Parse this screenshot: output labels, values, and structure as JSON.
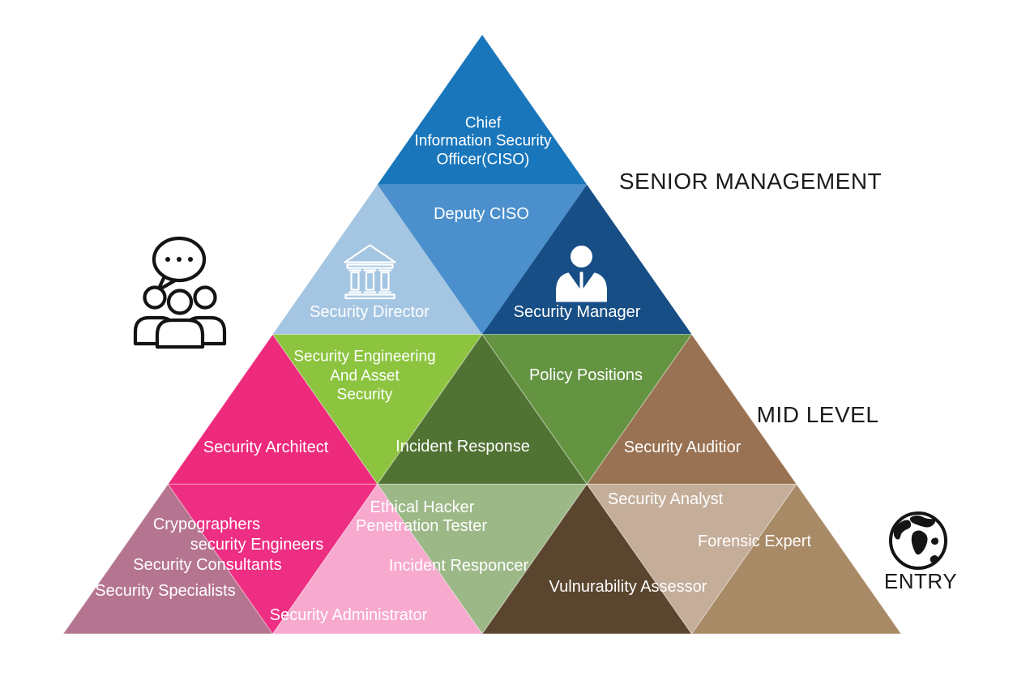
{
  "headings": {
    "senior": "SENIOR MANAGEMENT",
    "mid": "MID LEVEL",
    "entry": "ENTRY"
  },
  "labels": {
    "ciso_1": "Chief",
    "ciso_2": "Information Security",
    "ciso_3": "Officer(CISO)",
    "deputy_ciso": "Deputy CISO",
    "security_director": "Security Director",
    "security_manager": "Security Manager",
    "sec_eng_1": "Security Engineering",
    "sec_eng_2": "And Asset",
    "sec_eng_3": "Security",
    "policy_positions": "Policy Positions",
    "security_architect": "Security Architect",
    "incident_response": "Incident Response",
    "security_auditior": "Security Auditior",
    "crypographers": "Crypographers",
    "security_engineers": "security Engineers",
    "security_consultants": "Security Consultants",
    "security_specialists": "Security Specialists",
    "ethical_hacker": "Ethical Hacker",
    "penetration_tester": "Penetration Tester",
    "incident_responcer": "Incident Responcer",
    "security_administrator": "Security Administrator",
    "security_analyst": "Security Analyst",
    "forensic_expert": "Forensic Expert",
    "vulnurability_assessor": "Vulnurability Assessor"
  },
  "colors": {
    "ciso": "#1976bb",
    "deputy_ciso": "#4b90cc",
    "security_director": "#a5c6e2",
    "security_manager": "#174e85",
    "security_architect": "#ee2a7d",
    "security_engineering": "#8cc43f",
    "incident_response": "#507233",
    "policy_positions": "#649442",
    "security_auditior": "#997253",
    "entry_specialists": "#b57590",
    "entry_crypto_group": "#ee2e82",
    "security_administrator": "#f7a9ce",
    "entry_green_group": "#9cb887",
    "vulnurability_assessor": "#5a452e",
    "entry_analyst_group": "#c4ad99",
    "entry_right": "#a98a66",
    "label_text": "#ffffff",
    "heading_text": "#1b1b1b",
    "icon_stroke": "#141414"
  },
  "icons": {
    "discussion": "people-discussion-icon",
    "security_director": "bank-icon",
    "security_manager": "businessman-icon",
    "entry": "globe-icon"
  }
}
